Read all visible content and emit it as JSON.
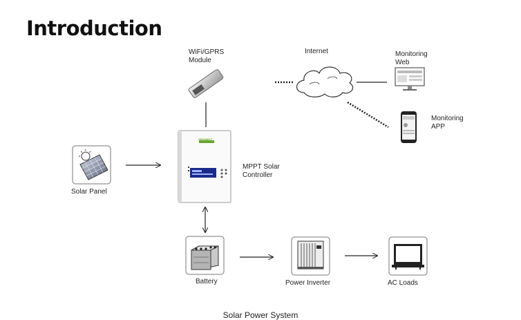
{
  "heading": "Introduction",
  "labels": {
    "wifi_module": "WiFi/GPRS\nModule",
    "internet": "Internet",
    "monitoring_web": "Monitoring\nWeb",
    "monitoring_app": "Monitoring\nAPP",
    "controller": "MPPT Solar\nController",
    "solar_panel": "Solar Panel",
    "battery": "Battery",
    "power_inverter": "Power Inverter",
    "ac_loads": "AC Loads"
  },
  "device_brand": "GROWATT",
  "caption": "Solar Power System",
  "colors": {
    "lcd": "#1a2a8a",
    "brand": "#6aa62e",
    "line": "#222222"
  }
}
